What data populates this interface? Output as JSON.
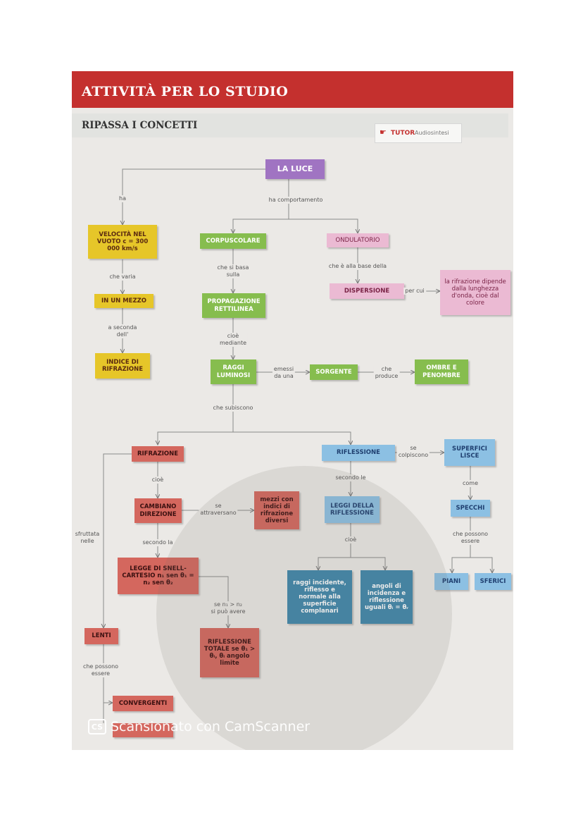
{
  "header": {
    "title": "ATTIVITÀ PER LO STUDIO"
  },
  "subheader": {
    "title": "RIPASSA I CONCETTI"
  },
  "tutor": {
    "icon": "cursor-icon",
    "label": "TUTOR",
    "audio": "Audiosintesi"
  },
  "nodes": {
    "luce": "LA LUCE",
    "velocita": "VELOCITÀ NEL VUOTO c = 300 000 km/s",
    "mezzo": "IN UN MEZZO",
    "indice": "INDICE DI RIFRAZIONE",
    "corpuscolare": "CORPUSCOLARE",
    "ondulatorio": "ONDULATORIO",
    "dispersione": "DISPERSIONE",
    "rifrazione_colore": "la rifrazione dipende dalla lunghezza d'onda, cioè dal colore",
    "propagazione": "PROPAGAZIONE RETTILINEA",
    "raggi": "RAGGI LUMINOSI",
    "sorgente": "SORGENTE",
    "ombre": "OMBRE E PENOMBRE",
    "rifrazione": "RIFRAZIONE",
    "riflessione": "RIFLESSIONE",
    "superfici": "SUPERFICI LISCE",
    "cambiano": "CAMBIANO DIREZIONE",
    "mezzi": "mezzi con indici di rifrazione diversi",
    "leggi": "LEGGI DELLA RIFLESSIONE",
    "specchi": "SPECCHI",
    "snell": "LEGGE DI SNELL-CARTESIO n₁ sen θ₁ = n₂ sen θ₂",
    "raggi_incidente": "raggi incidente, riflesso e normale alla superficie complanari",
    "angoli": "angoli di incidenza e riflessione uguali θᵢ = θᵣ",
    "piani": "PIANI",
    "sferici": "SFERICI",
    "lenti": "LENTI",
    "totale": "RIFLESSIONE TOTALE se θ₁ > θₗ, θₗ angolo limite",
    "convergenti": "CONVERGENTI"
  },
  "labels": {
    "ha": "ha",
    "ha_comportamento": "ha comportamento",
    "che_varia": "che varia",
    "a_seconda": "a seconda\ndell'",
    "che_si_basa": "che si basa\nsulla",
    "che_base": "che è alla base della",
    "per_cui": "per cui",
    "cioe_mediante": "cioè\nmediante",
    "emessi": "emessi\nda una",
    "che_produce": "che\nproduce",
    "che_subiscono": "che subiscono",
    "se_colpiscono": "se\ncolpiscono",
    "cioe1": "cioè",
    "secondo_le": "secondo le",
    "come": "come",
    "se_attraversano": "se\nattraversano",
    "sfruttata": "sfruttata\nnelle",
    "secondo_la": "secondo la",
    "cioe2": "cioè",
    "che_possono_essere": "che possono\nessere",
    "se_n": "se n₁ > n₂\nsi può avere",
    "che_possono_essere2": "che possono\nessere"
  },
  "watermark": {
    "icon": "cs",
    "text": "Scansionato con CamScanner"
  },
  "colors": {
    "header": "#c4302e",
    "purple": "#a074c2",
    "yellow": "#e6c629",
    "green": "#86bd4e",
    "pink": "#ebbad3",
    "red": "#d4675e",
    "blue": "#8cc0e3",
    "dark_blue": "#3e86ab"
  }
}
